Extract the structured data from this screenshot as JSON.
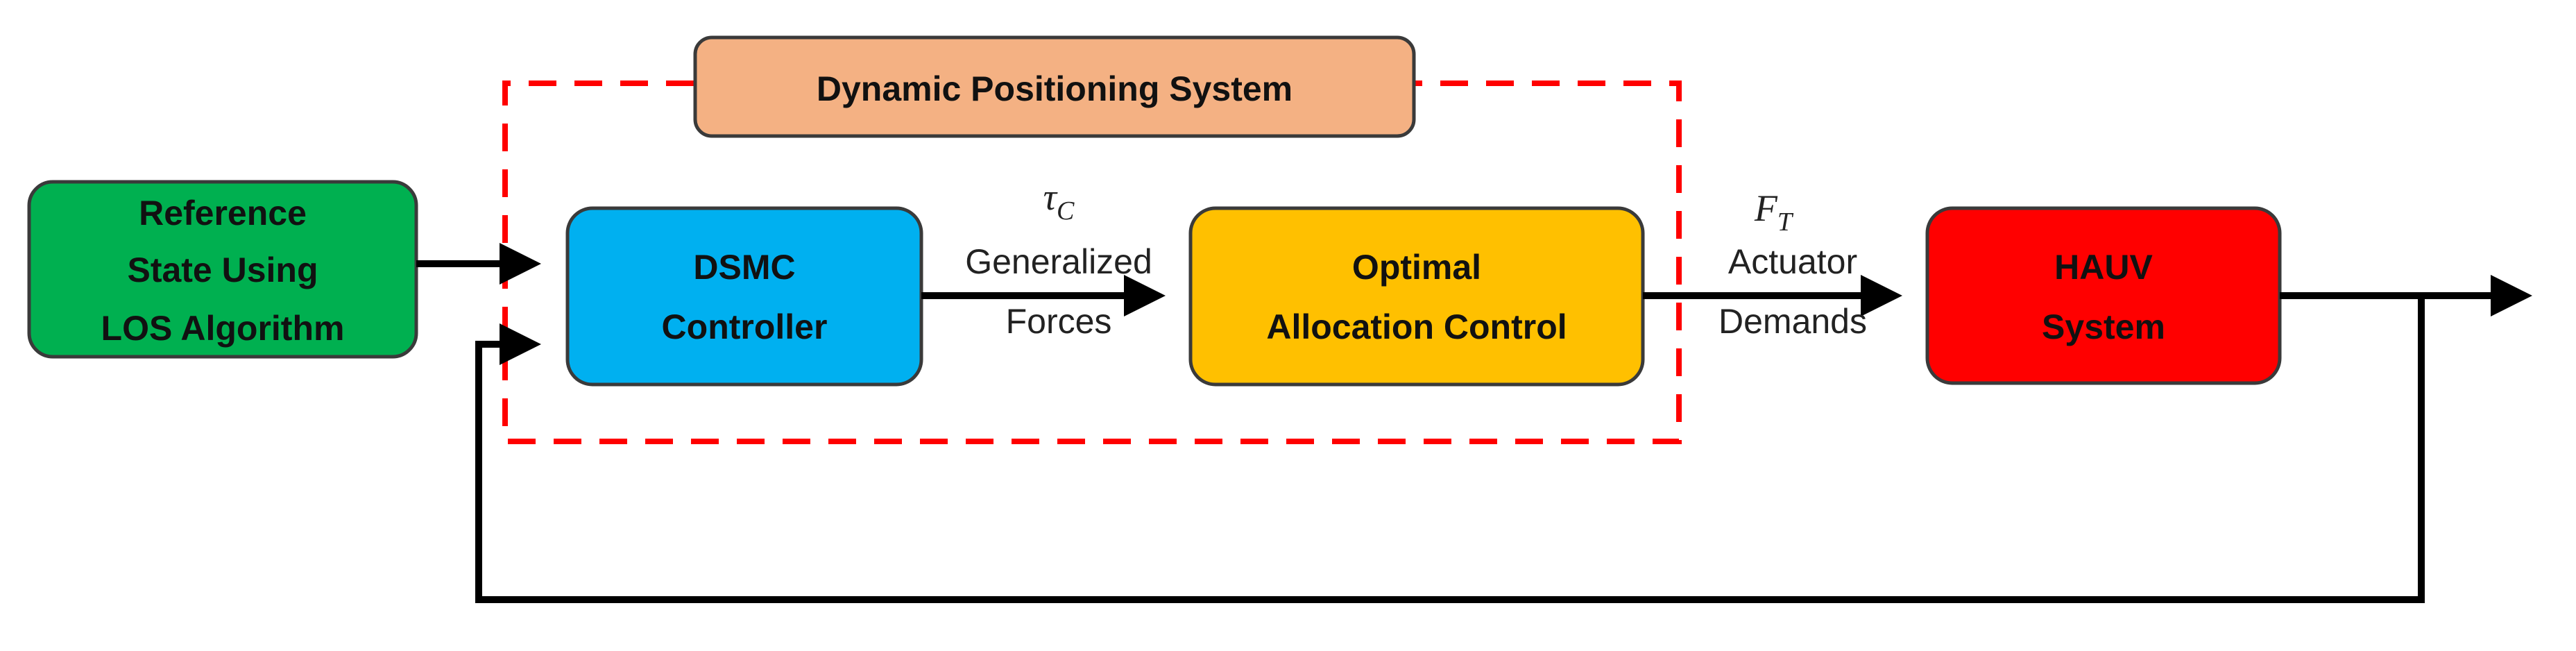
{
  "blocks": {
    "reference": {
      "lines": [
        "Reference",
        "State Using",
        "LOS Algorithm"
      ],
      "fill": "#00b050"
    },
    "dp_system": {
      "lines": [
        "Dynamic Positioning System"
      ],
      "fill": "#f4b183"
    },
    "dsmc": {
      "lines": [
        "DSMC",
        "Controller"
      ],
      "fill": "#00b0f0"
    },
    "allocation": {
      "lines": [
        "Optimal",
        "Allocation Control"
      ],
      "fill": "#ffc000"
    },
    "hauv": {
      "lines": [
        "HAUV",
        "System"
      ],
      "fill": "#ff0000"
    }
  },
  "signals": {
    "tau_c": {
      "symbol": "τ",
      "subscript": "C",
      "lines": [
        "Generalized",
        "Forces"
      ]
    },
    "f_t": {
      "symbol": "F",
      "subscript": "T",
      "lines": [
        "Actuator",
        "Demands"
      ]
    }
  },
  "colors": {
    "dashed_border": "#ff0000",
    "wire": "#000000",
    "box_stroke": "#3a3a3a"
  }
}
